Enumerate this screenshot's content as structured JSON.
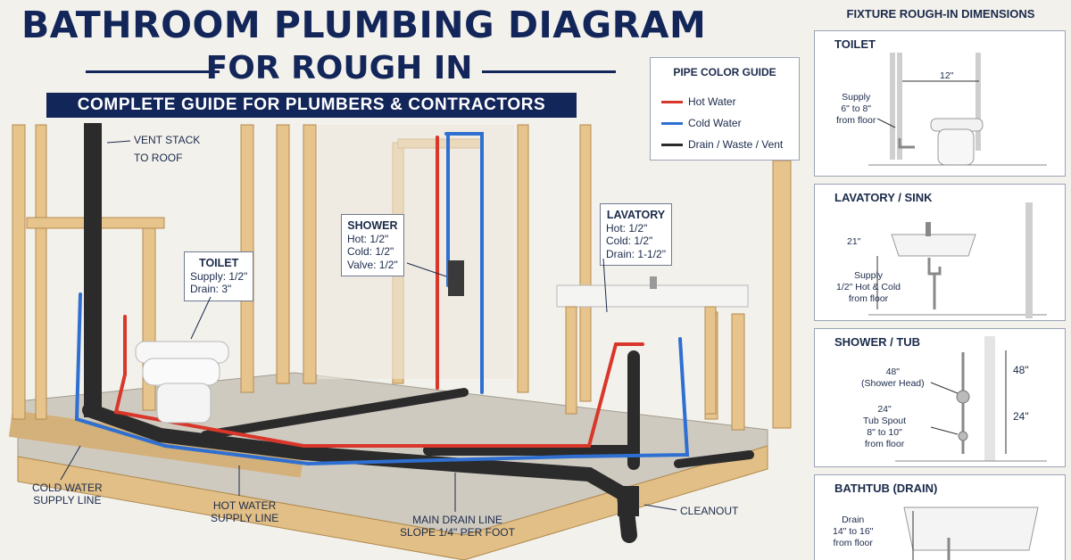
{
  "header": {
    "title_line1": "BATHROOM PLUMBING DIAGRAM",
    "title_line2": "FOR ROUGH IN",
    "subtitle": "COMPLETE GUIDE FOR PLUMBERS & CONTRACTORS"
  },
  "legend": {
    "title": "PIPE COLOR GUIDE",
    "items": [
      {
        "label": "Hot Water",
        "color": "#d8372a"
      },
      {
        "label": "Cold Water",
        "color": "#2e6fd1"
      },
      {
        "label": "Drain / Waste / Vent",
        "color": "#2b2b2b"
      }
    ]
  },
  "diagram": {
    "vent_stack": {
      "line1": "VENT STACK",
      "line2": "TO ROOF"
    },
    "toilet": {
      "title": "TOILET",
      "line1": "Supply: 1/2\"",
      "line2": "Drain: 3\""
    },
    "shower": {
      "title": "SHOWER",
      "line1": "Hot: 1/2\"",
      "line2": "Cold: 1/2\"",
      "line3": "Valve: 1/2\""
    },
    "lavatory": {
      "title": "LAVATORY",
      "line1": "Hot: 1/2\"",
      "line2": "Cold: 1/2\"",
      "line3": "Drain: 1-1/2\""
    },
    "cold_supply": {
      "line1": "COLD WATER",
      "line2": "SUPPLY LINE"
    },
    "hot_supply": {
      "line1": "HOT WATER",
      "line2": "SUPPLY LINE"
    },
    "main_drain": {
      "line1": "MAIN DRAIN LINE",
      "line2": "SLOPE 1/4\" PER FOOT"
    },
    "cleanout": "CLEANOUT"
  },
  "dimensions_panel": {
    "title": "FIXTURE ROUGH-IN DIMENSIONS",
    "toilet": {
      "title": "TOILET",
      "offset": "12\"",
      "supply1": "Supply",
      "supply2": "6\" to 8\"",
      "supply3": "from floor"
    },
    "lavatory": {
      "title": "LAVATORY / SINK",
      "height": "21\"",
      "supply1": "Supply",
      "supply2": "1/2\" Hot & Cold",
      "supply3": "from floor"
    },
    "shower": {
      "title": "SHOWER / TUB",
      "head_h": "48\"",
      "head_label": "(Shower Head)",
      "spout_h": "24\"",
      "spout1": "Tub Spout",
      "spout2": "8\" to 10\"",
      "spout3": "from floor",
      "right_48": "48\"",
      "right_24": "24\""
    },
    "bathtub": {
      "title": "BATHTUB (DRAIN)",
      "drain1": "Drain",
      "drain2": "14\" to 16\"",
      "drain3": "from floor"
    }
  }
}
